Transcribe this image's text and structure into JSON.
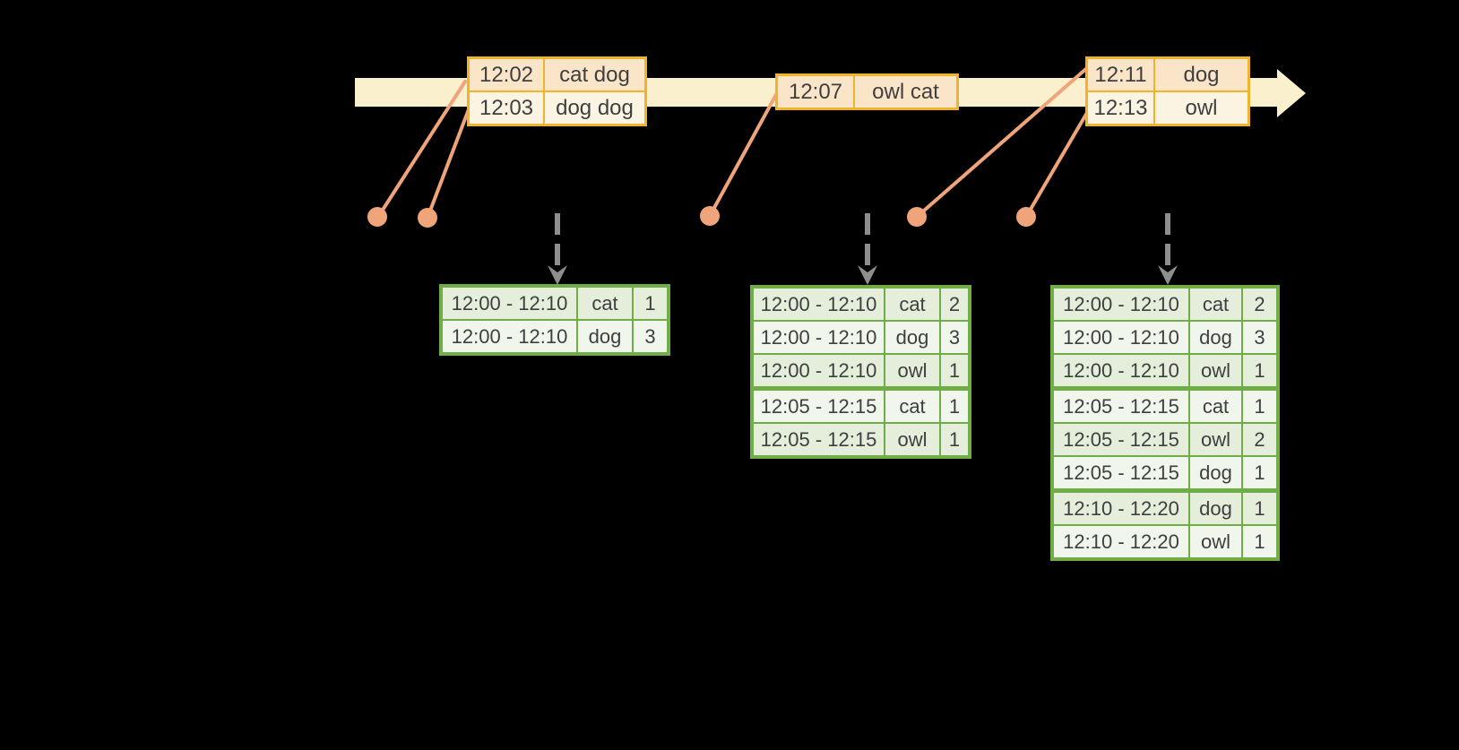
{
  "colors": {
    "background": "#000000",
    "timeline_fill": "#FBF0CE",
    "event_table_border": "#F0B329",
    "event_row_peach": "#FAE5C8",
    "event_row_cream": "#FCF4E3",
    "result_table_border": "#6FAE47",
    "result_row_sage": "#E4EEDB",
    "result_row_light": "#F1F6EC",
    "marker_salmon": "#F0A47A",
    "trigger_arrow_gray": "#8E8E8E",
    "text": "#3F3F3F"
  },
  "event_tables": [
    {
      "rows": [
        {
          "time": "12:02",
          "words": "cat dog"
        },
        {
          "time": "12:03",
          "words": "dog dog"
        }
      ]
    },
    {
      "rows": [
        {
          "time": "12:07",
          "words": "owl cat"
        }
      ]
    },
    {
      "rows": [
        {
          "time": "12:11",
          "words": "dog"
        },
        {
          "time": "12:13",
          "words": "owl"
        }
      ]
    }
  ],
  "result_tables": [
    {
      "rows": [
        {
          "window": "12:00 - 12:10",
          "word": "cat",
          "count": "1"
        },
        {
          "window": "12:00 - 12:10",
          "word": "dog",
          "count": "3"
        }
      ]
    },
    {
      "rows": [
        {
          "window": "12:00 - 12:10",
          "word": "cat",
          "count": "2"
        },
        {
          "window": "12:00 - 12:10",
          "word": "dog",
          "count": "3"
        },
        {
          "window": "12:00 - 12:10",
          "word": "owl",
          "count": "1"
        },
        {
          "window": "12:05 - 12:15",
          "word": "cat",
          "count": "1"
        },
        {
          "window": "12:05 - 12:15",
          "word": "owl",
          "count": "1"
        }
      ]
    },
    {
      "rows": [
        {
          "window": "12:00 - 12:10",
          "word": "cat",
          "count": "2"
        },
        {
          "window": "12:00 - 12:10",
          "word": "dog",
          "count": "3"
        },
        {
          "window": "12:00 - 12:10",
          "word": "owl",
          "count": "1"
        },
        {
          "window": "12:05 - 12:15",
          "word": "cat",
          "count": "1"
        },
        {
          "window": "12:05 - 12:15",
          "word": "owl",
          "count": "2"
        },
        {
          "window": "12:05 - 12:15",
          "word": "dog",
          "count": "1"
        },
        {
          "window": "12:10 - 12:20",
          "word": "dog",
          "count": "1"
        },
        {
          "window": "12:10 - 12:20",
          "word": "owl",
          "count": "1"
        }
      ]
    }
  ]
}
